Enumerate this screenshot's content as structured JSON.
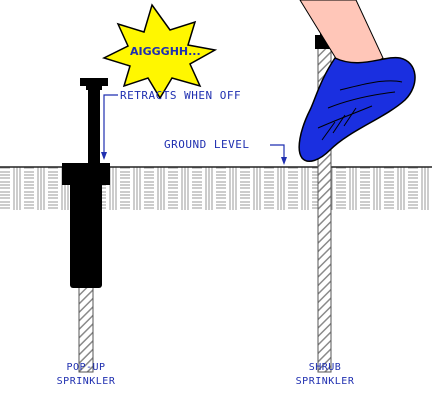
{
  "labels": {
    "exclamation": "AIGGGHH...",
    "retracts": "RETRACTS WHEN OFF",
    "ground": "GROUND LEVEL",
    "popup_line1": "POP-UP",
    "popup_line2": "SPRINKLER",
    "shrub_line1": "SHRUB",
    "shrub_line2": "SPRINKLER"
  },
  "colors": {
    "label_text": "#1f2fb0",
    "burst_fill": "#fff700",
    "shoe": "#1a2fe0",
    "leg": "#ffc6b8",
    "sprinkler_body": "#000000",
    "ground_pattern": "#9a9a9a"
  }
}
